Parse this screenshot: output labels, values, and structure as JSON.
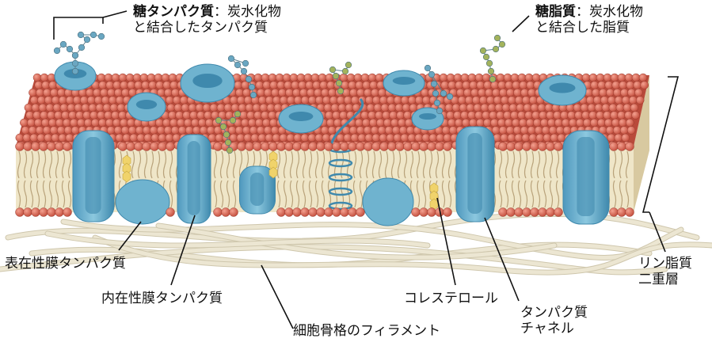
{
  "labels": {
    "glycoprotein": {
      "bold": "糖タンパク質",
      "rest": "：炭水化物",
      "line2": "と結合したタンパク質"
    },
    "glycolipid": {
      "bold": "糖脂質",
      "rest": "：炭水化物",
      "line2": "と結合した脂質"
    },
    "bilayer": {
      "line1": "リン脂質",
      "line2": "二重層"
    },
    "peripheral": "表在性膜タンパク質",
    "integral": "内在性膜タンパク質",
    "cholesterol": "コレステロール",
    "channel": {
      "line1": "タンパク質",
      "line2": "チャネル"
    },
    "filaments": "細胞骨格のフィラメント"
  },
  "colors": {
    "head": "#d9614f",
    "tail": "#b8a27a",
    "protein": "#6fb3cf",
    "protein_dark": "#3f89ad",
    "sugar_protein": "#6aa7c2",
    "sugar_lipid": "#a3b35c",
    "cholesterol": "#f0d36b",
    "filament": "#ece6d2"
  }
}
